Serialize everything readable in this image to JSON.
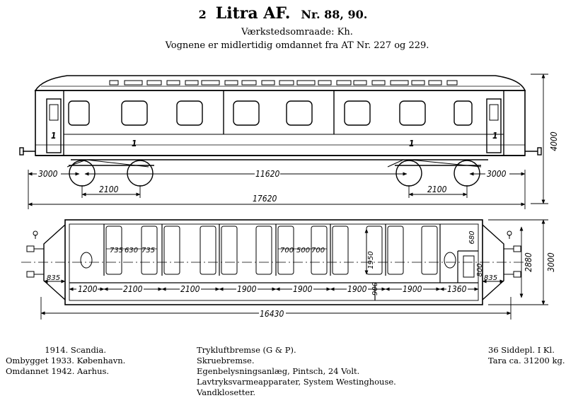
{
  "header": {
    "number": "2",
    "litra": "Litra AF.",
    "nr": "Nr. 88, 90.",
    "workshop": "Værkstedsomraade: Kh.",
    "note": "Vognene er midlertidig omdannet fra AT Nr. 227 og 229."
  },
  "side_view": {
    "class_labels": [
      "1",
      "1",
      "1",
      "1"
    ],
    "dims": {
      "overhang_left": "3000",
      "wheelbase_centres": "11620",
      "overhang_right": "3000",
      "bogie_left": "2100",
      "bogie_right": "2100",
      "total_length": "17620",
      "height": "4000"
    }
  },
  "plan_view": {
    "compartment_dims": [
      "735",
      "630",
      "735",
      "700",
      "500",
      "700",
      "1950"
    ],
    "bottom_dims": [
      "1200",
      "2100",
      "2100",
      "1900",
      "1900",
      "1900",
      "1900",
      "1360"
    ],
    "end_left": "835",
    "end_right": "835",
    "right_dims": [
      "680",
      "800"
    ],
    "small_dim": "900",
    "width_inner": "2880",
    "width_outer": "3000",
    "total_length": "16430"
  },
  "footer": {
    "history": [
      "1914. Scandia.",
      "Ombygget 1933. København.",
      "Omdannet 1942. Aarhus."
    ],
    "equipment": [
      "Trykluftbremse (G & P).",
      "Skruebremse.",
      "Egenbelysningsanlæg, Pintsch, 24 Volt.",
      "Lavtryksvarmeapparater, System Westinghouse.",
      "Vandklosetter."
    ],
    "capacity": [
      "36 Siddepl. I Kl.",
      "Tara ca. 31200 kg."
    ]
  }
}
